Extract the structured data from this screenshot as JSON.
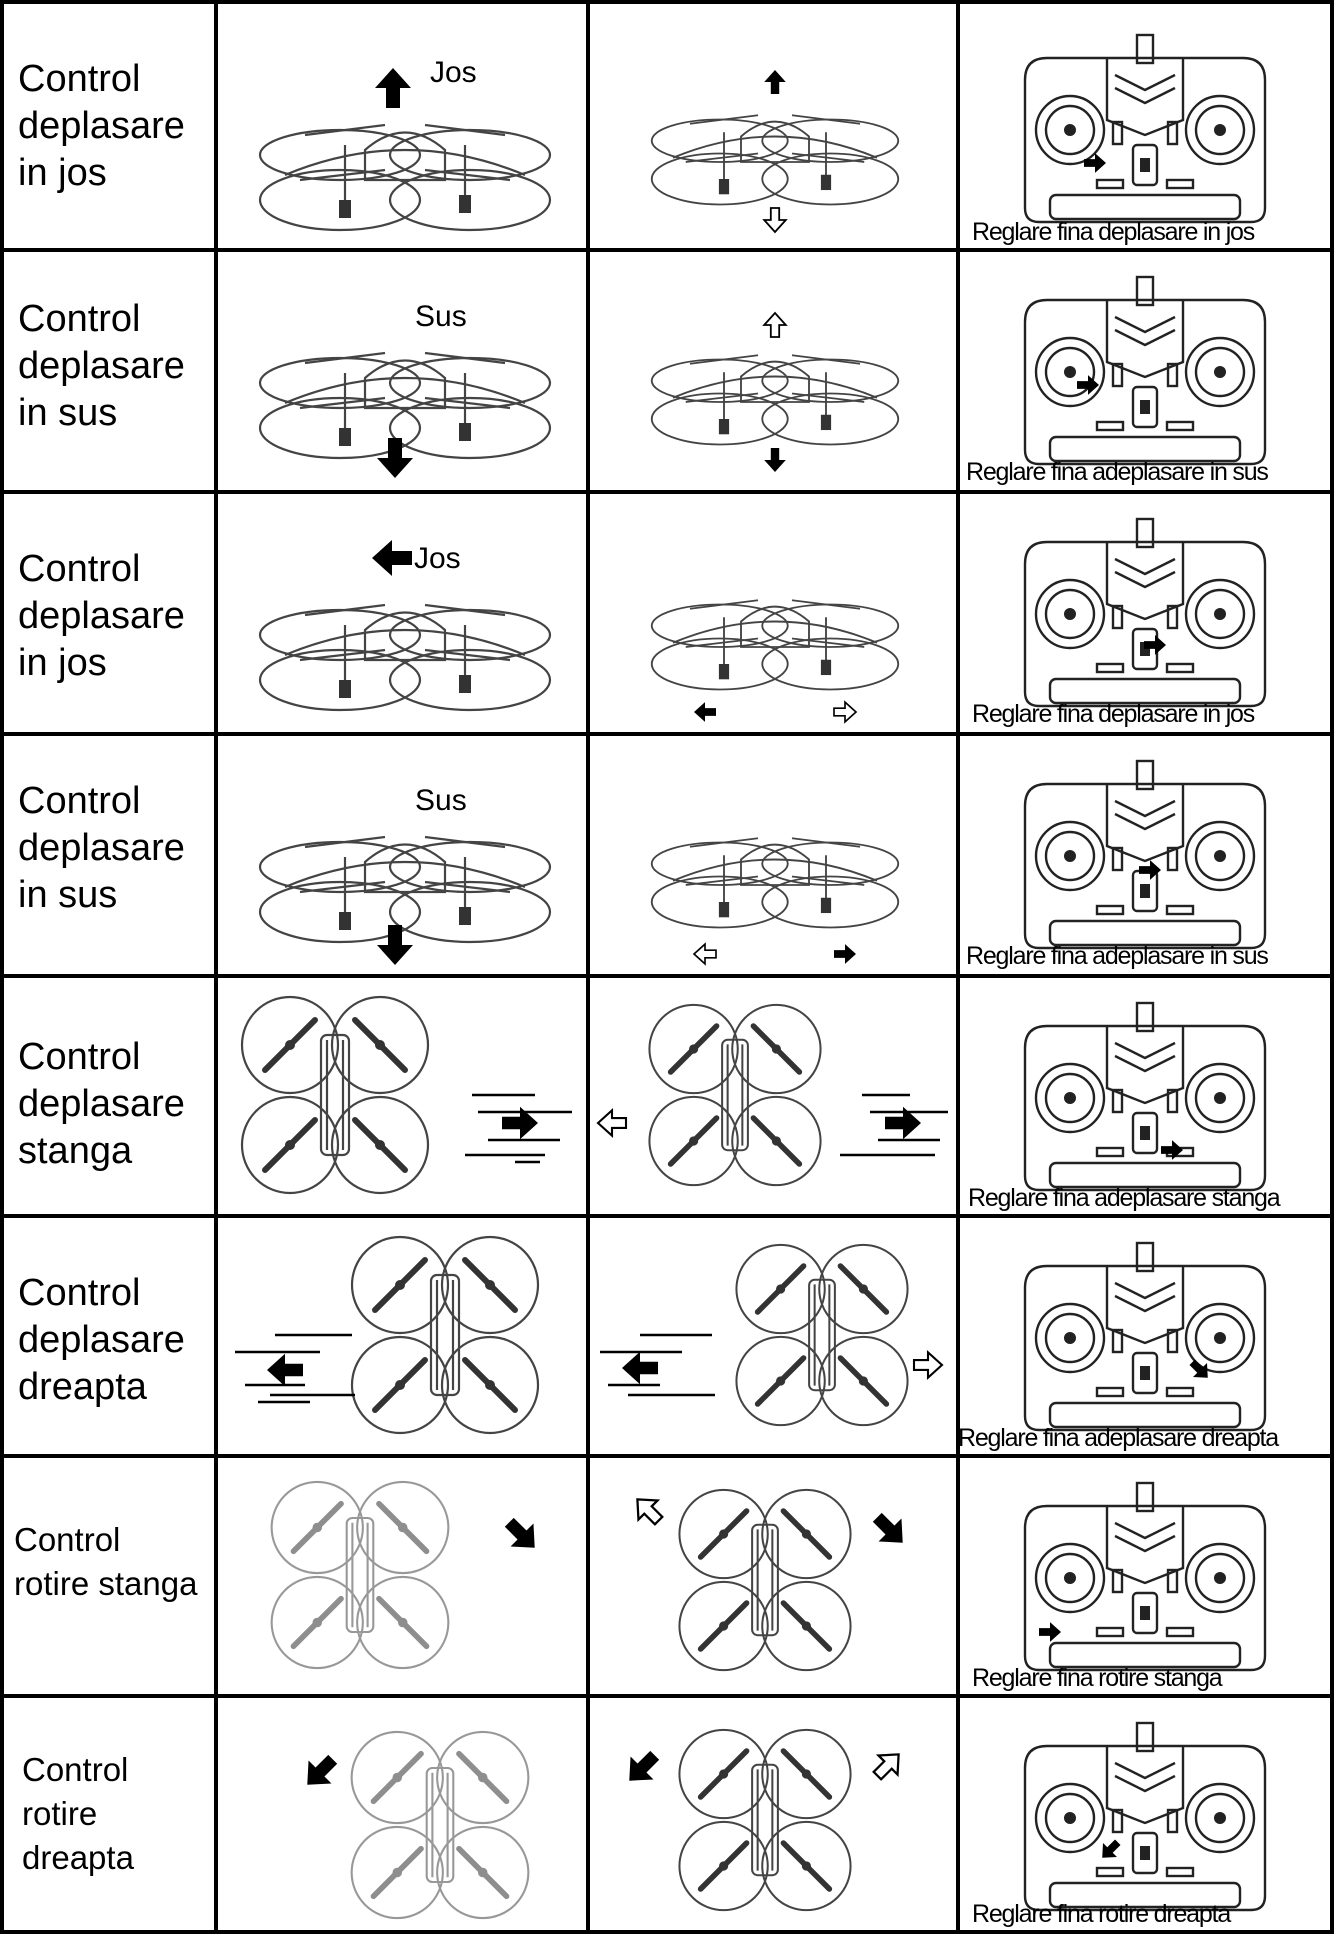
{
  "rows": [
    {
      "label": "Control\ndeplasare\nin jos",
      "word": "Jos",
      "caption": "Reglare fina deplasare in jos"
    },
    {
      "label": "Control\ndeplasare\nin sus",
      "word": "Sus",
      "caption": "Reglare fina adeplasare in sus"
    },
    {
      "label": "Control\ndeplasare\nin jos",
      "word": "Jos",
      "caption": "Reglare fina deplasare in jos"
    },
    {
      "label": "Control\ndeplasare\nin sus",
      "word": "Sus",
      "caption": "Reglare fina adeplasare in sus"
    },
    {
      "label": "Control\ndeplasare\nstanga",
      "word": "",
      "caption": "Reglare fina adeplasare stanga"
    },
    {
      "label": "Control\ndeplasare\ndreapta",
      "word": "",
      "caption": "Reglare fina adeplasare dreapta"
    },
    {
      "label": "Control\nrotire stanga",
      "word": "",
      "caption": "Reglare fina rotire stanga"
    },
    {
      "label": "Control\nrotire\ndreapta",
      "word": "",
      "caption": "Reglare fina rotire dreapta"
    }
  ],
  "colors": {
    "ink": "#000000",
    "paper": "#ffffff",
    "line_art": "#444444"
  }
}
